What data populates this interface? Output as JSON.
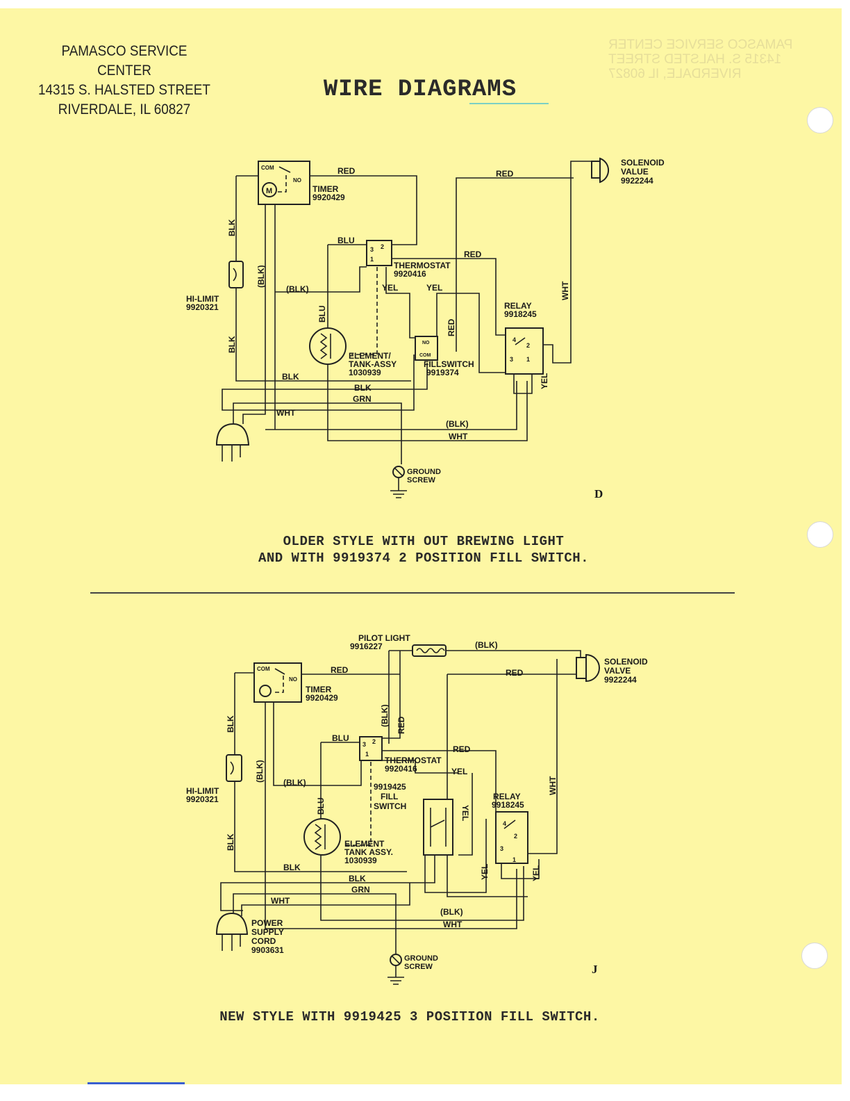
{
  "header": {
    "line1": "PAMASCO SERVICE CENTER",
    "line2": "14315 S. HALSTED STREET",
    "line3": "RIVERDALE, IL  60827"
  },
  "title": "WIRE DIAGRAMS",
  "diagram_d": {
    "letter": "D",
    "caption_line1": "OLDER STYLE WITH OUT BREWING LIGHT",
    "caption_line2": "AND WITH 9919374 2 POSITION FILL SWITCH.",
    "timer_label": "TIMER",
    "timer_part": "9920429",
    "timer_com": "COM",
    "timer_no": "NO",
    "timer_motor": "M",
    "thermostat_label": "THERMOSTAT",
    "thermostat_part": "9920416",
    "solenoid_label1": "SOLENOID",
    "solenoid_label2": "VALUE",
    "solenoid_part": "9922244",
    "relay_label": "RELAY",
    "relay_part": "9918245",
    "hilimit_label": "HI-LIMIT",
    "hilimit_part": "9920321",
    "element_label1": "ELEMENT/",
    "element_label2": "TANK-ASSY",
    "element_part": "1030939",
    "fillswitch_label": "FILLSWITCH",
    "fillswitch_part": "9919374",
    "fill_no": "NO",
    "fill_com": "COM",
    "ground_label1": "GROUND",
    "ground_label2": "SCREW",
    "wires": {
      "red_top": "RED",
      "red_solenoid": "RED",
      "red_relay": "RED",
      "red_vertical": "RED",
      "blu_top": "BLU",
      "blu_vertical": "BLU",
      "blk_left_top": "BLK",
      "blk_left_bottom": "BLK",
      "blk_paren_vertical": "(BLK)",
      "blk_paren_horizontal": "(BLK)",
      "yel_dashed": "YEL",
      "yel_right": "YEL",
      "yel_relay": "YEL",
      "wht_vertical": "WHT",
      "blk_bottom": "BLK",
      "blk_bottom2": "BLK",
      "grn_bottom": "GRN",
      "wht_bottom": "WHT",
      "blk_paren_bottom": "(BLK)",
      "wht_bottom2": "WHT"
    }
  },
  "diagram_j": {
    "letter": "J",
    "caption": "NEW STYLE WITH 9919425 3 POSITION FILL SWITCH.",
    "pilot_label": "PILOT LIGHT",
    "pilot_part": "9916227",
    "timer_label": "TIMER",
    "timer_part": "9920429",
    "timer_com": "COM",
    "timer_no": "NO",
    "thermostat_label": "THERMOSTAT",
    "thermostat_part": "9920416",
    "solenoid_label1": "SOLENOID",
    "solenoid_label2": "VALVE",
    "solenoid_part": "9922244",
    "relay_label": "RELAY",
    "relay_part": "9918245",
    "hilimit_label": "HI-LIMIT",
    "hilimit_part": "9920321",
    "element_label1": "ELEMENT",
    "element_label2": "TANK ASSY.",
    "element_part": "1030939",
    "fillswitch_part": "9919425",
    "fillswitch_label1": "FILL",
    "fillswitch_label2": "SWITCH",
    "power_label1": "POWER",
    "power_label2": "SUPPLY",
    "power_label3": "CORD",
    "power_part": "9903631",
    "ground_label1": "GROUND",
    "ground_label2": "SCREW",
    "wires": {
      "blk_pilot": "(BLK)",
      "red_top": "RED",
      "red_solenoid": "RED",
      "red_thermo": "RED",
      "red_vertical": "RED",
      "blk_paren_vertical_top": "(BLK)",
      "blu_top": "BLU",
      "blu_vertical": "BLU",
      "blk_left_top": "BLK",
      "blk_left_bottom": "BLK",
      "blk_paren_vertical": "(BLK)",
      "blk_paren_horizontal": "(BLK)",
      "yel_thermo": "YEL",
      "yel_fill": "YEL",
      "yel_vertical": "YEL",
      "yel_relay": "YEL",
      "wht_vertical": "WHT",
      "blk_bottom": "BLK",
      "blk_bottom2": "BLK",
      "grn_bottom": "GRN",
      "wht_bottom": "WHT",
      "blk_paren_bottom": "(BLK)",
      "wht_bottom2": "WHT"
    }
  }
}
